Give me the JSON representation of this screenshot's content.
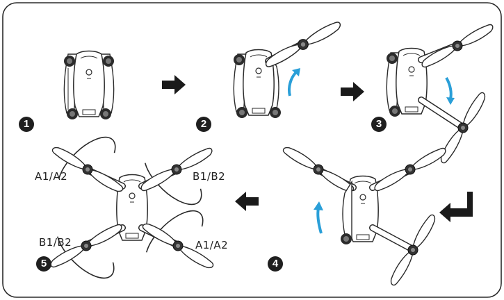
{
  "steps": [
    {
      "number": "1"
    },
    {
      "number": "2"
    },
    {
      "number": "3"
    },
    {
      "number": "4"
    },
    {
      "number": "5"
    }
  ],
  "propeller_labels": {
    "top_left": "A1/A2",
    "top_right": "B1/B2",
    "bottom_left": "B1/B2",
    "bottom_right": "A1/A2"
  },
  "colors": {
    "outline": "#2a2a2a",
    "rotation_arrow": "#2a9fd8",
    "step_arrow": "#1a1a1a",
    "badge": "#1f1f1f"
  },
  "icons": [
    "drone-icon",
    "propeller-icon",
    "step-arrow-icon",
    "rotation-arrow-icon"
  ]
}
